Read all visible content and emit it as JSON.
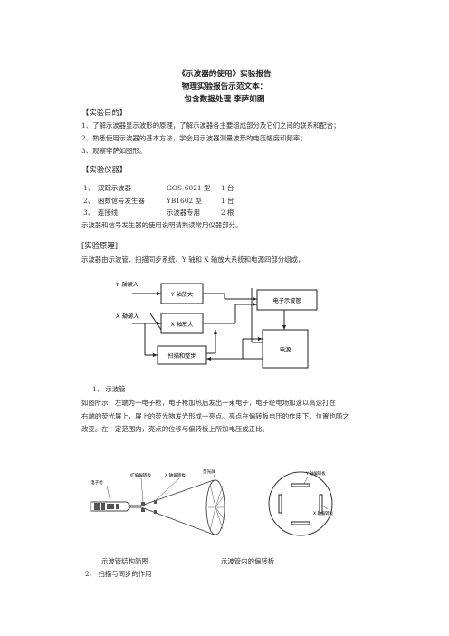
{
  "title": {
    "line1": "《示波器的使用》实验报告",
    "line2": "物理实验报告示范文本：",
    "line3": "包含数据处理   李萨如图"
  },
  "purpose": {
    "heading": "【实验目的】",
    "items": [
      "1、了解示波器显示波形的原理，了解示波器各主要组成部分及它们之间的联系和配合；",
      "2、熟悉使用示波器的基本方法，学会用示波器测量波形的电压幅度和频率；",
      "3、观察李萨如图形。"
    ]
  },
  "equipment": {
    "heading": "【实验仪器】",
    "rows": [
      {
        "num": "1、",
        "name": "双踪示波器",
        "model": "GOS-6021 型",
        "qty": "1 台"
      },
      {
        "num": "2、",
        "name": "函数信号发生器",
        "model": "YB1602 型",
        "qty": "1 台"
      },
      {
        "num": "3、",
        "name": "连接线",
        "model": "示波器专用",
        "qty": "2 根"
      }
    ],
    "note": "示波器和信号发生器的使用说明请熟读常用仪器部分。"
  },
  "principle": {
    "heading": "[实验原理]",
    "intro": "示波器由示波管、扫描同步系统、Y 轴和 X 轴放大系统和电源四部分组成，",
    "block_diagram": {
      "y_input": "Y 轴输入",
      "x_input": "X 轴输入",
      "y_amp": "Y 轴放大",
      "x_amp": "X 轴放大",
      "sweep": "扫描和整步",
      "crt": "电子示波管",
      "power": "电源"
    },
    "sub1_heading": "1、 示波管",
    "sub1_text": [
      "如图所示，左端为一电子枪，电子枪加热后发出一束电子，电子经电场加速以高速打在",
      "右端的荧光屏上，屏上的荧光物发光形成一亮点。亮点在偏转板电压的作用下，位置也随之",
      "改变。在一定范围内，亮点的位移与偏转板上所加电压成正比。"
    ],
    "tube_labels": {
      "gun": "电子枪",
      "y_plate": "扩偏偏转板",
      "x_plate": "X 轴偏转板",
      "screen": "荧光屏",
      "top_plate": "Y 轴偏转板",
      "side_plate": "X 轴偏转板"
    },
    "caption_left": "示波管结构简图",
    "caption_right": "示波管内的偏转板",
    "sub2_heading": "2、 扫描与同步的作用"
  }
}
